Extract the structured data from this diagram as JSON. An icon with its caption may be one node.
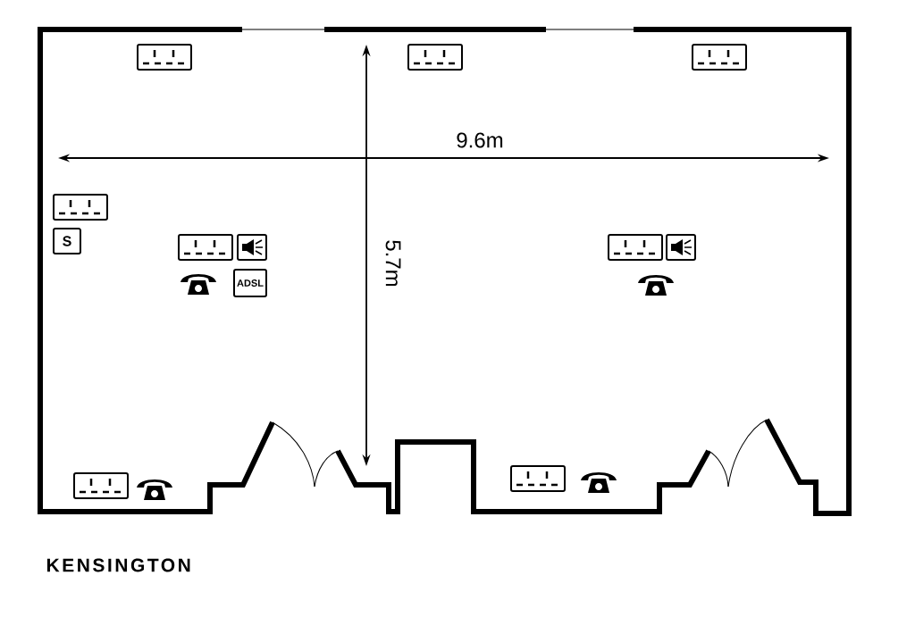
{
  "diagram": {
    "title": "KENSINGTON",
    "nodes": [
      {
        "text": [
          "S"
        ]
      },
      {
        "text": [
          "ADSL"
        ]
      }
    ],
    "labels": [
      "9.6m",
      "5.7m"
    ]
  }
}
